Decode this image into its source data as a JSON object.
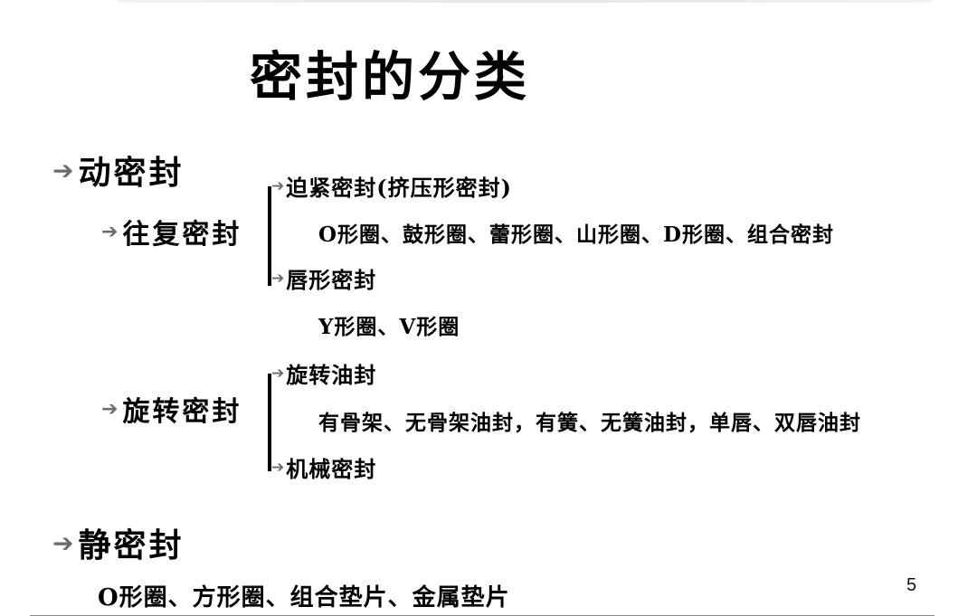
{
  "slide": {
    "title": "密封的分类",
    "page_number": "5",
    "arrow_glyph": "➔",
    "colors": {
      "text": "#000000",
      "arrow": "#6b6b6b",
      "rule": "#8a8a8a"
    }
  },
  "dynamic_seal": {
    "label": "动密封",
    "reciprocating": {
      "label": "往复密封",
      "branches": [
        {
          "label": "迫紧密封(挤压形密封)",
          "examples": "O形圈、鼓形圈、蕾形圈、山形圈、D形圈、组合密封"
        },
        {
          "label": "唇形密封",
          "examples": "Y形圈、V形圈"
        }
      ]
    },
    "rotary": {
      "label": "旋转密封",
      "branches": [
        {
          "label": "旋转油封",
          "examples": "有骨架、无骨架油封，有簧、无簧油封，单唇、双唇油封"
        },
        {
          "label": "机械密封",
          "examples": ""
        }
      ]
    }
  },
  "static_seal": {
    "label": "静密封",
    "examples": "O形圈、方形圈、组合垫片、金属垫片"
  }
}
